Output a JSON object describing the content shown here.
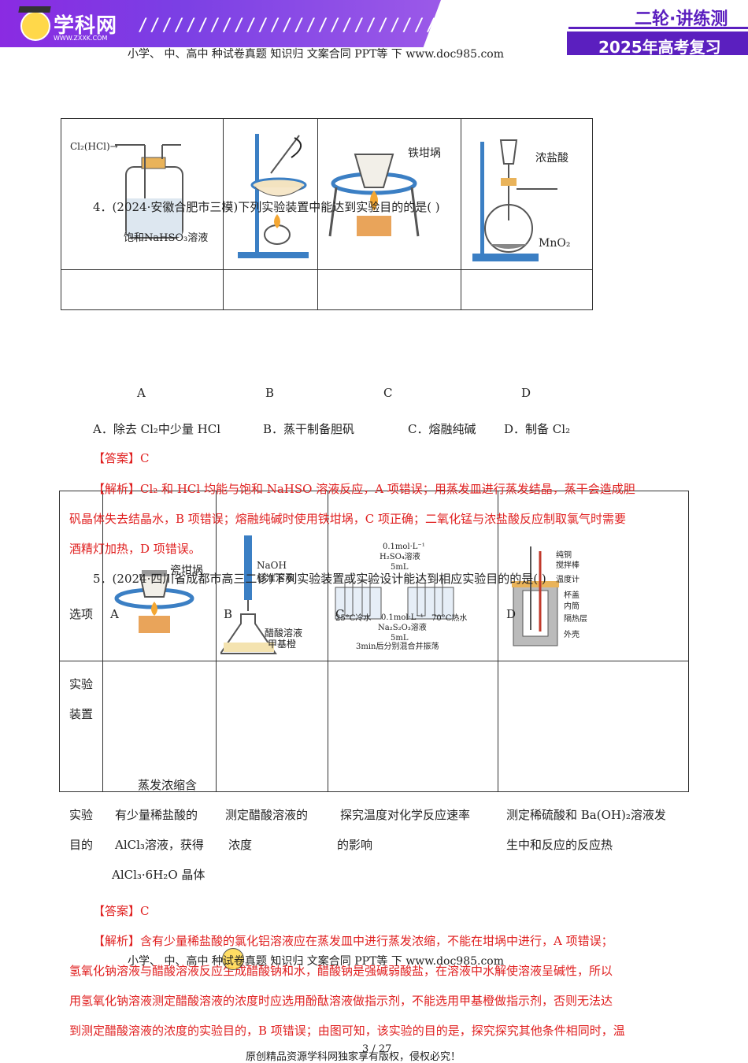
{
  "header": {
    "logo_text": "学科网",
    "logo_url": "WWW.ZXXK.COM",
    "slashes": "////////////////////////////",
    "title": "二轮·讲练测",
    "subtitle": "2025年高考复习"
  },
  "watermark_top": "小学、 中、高中 种试卷真题 知识归 文案合同 PPT等 下 www.doc985.com",
  "q4": {
    "stem": "4．(2024·安徽合肥市三模)下列实验装置中能达到实验目的的是(      )",
    "img_labels": {
      "a_gas": "Cl₂(HCl)→",
      "a_liquid": "饱和NaHSO₃溶液",
      "c_crucible": "铁坩埚",
      "d_acid": "浓盐酸",
      "d_solid": "MnO₂"
    },
    "letters": [
      "A",
      "B",
      "C",
      "D"
    ],
    "options": [
      "A．除去  Cl₂中少量  HCl",
      "B．蒸干制备胆矾",
      "C．熔融纯碱",
      "D．制备  Cl₂"
    ],
    "answer": "【答案】C",
    "analysis_lines": [
      "【解析】Cl₂ 和  HCl 均能与饱和  NaHSO  溶液反应，A 项错误；用蒸发皿进行蒸发结晶，蒸干会造成胆",
      "矾晶体失去结晶水，B 项错误；熔融纯碱时使用铁坩埚，C 项正确；二氧化锰与浓盐酸反应制取氯气时需要",
      "酒精灯加热，D 项错误。"
    ]
  },
  "q5": {
    "stem": "5．(2024·四川省成都市高三二诊)下列实验装置或实验设计能达到相应实验目的的是(      )",
    "row_option": "选项",
    "row_device": [
      "实验",
      "装置"
    ],
    "row_purpose": [
      "实验",
      "目的"
    ],
    "letters": [
      "A",
      "B",
      "C",
      "D"
    ],
    "img_labels": {
      "a_crucible": "瓷坩埚",
      "b_naoh": "NaOH",
      "b_std": "标准溶液",
      "b_acid": "醋酸溶液",
      "b_ind": "甲基橙",
      "c_h2so4_conc": "0.1mol·L⁻¹",
      "c_h2so4": "H₂SO₄溶液",
      "c_vol1": "5mL",
      "c_cold": "25°C冷水",
      "c_hot": "70°C热水",
      "c_na_conc": "0.1mol·L⁻¹",
      "c_na": "Na₂S₂O₃溶液",
      "c_vol2": "5mL",
      "c_note": "3min后分别混合并振荡",
      "d_stir1": "纯铜",
      "d_stir2": "搅拌棒",
      "d_thermo": "温度计",
      "d_lid": "杯盖",
      "d_inner": "内筒",
      "d_insul": "隔热层",
      "d_outer": "外壳"
    },
    "purposes": [
      [
        "蒸发浓缩含",
        "有少量稀盐酸的",
        "AlCl₃溶液，获得",
        "AlCl₃·6H₂O 晶体"
      ],
      [
        "测定醋酸溶液的",
        "浓度"
      ],
      [
        "探究温度对化学反应速率",
        "的影响"
      ],
      [
        "测定稀硫酸和  Ba(OH)₂溶液发",
        "生中和反应的反应热"
      ]
    ],
    "answer": "【答案】C",
    "analysis_lines": [
      "【解析】含有少量稀盐酸的氯化铝溶液应在蒸发皿中进行蒸发浓缩，不能在坩埚中进行，A  项错误；",
      "氢氧化钠溶液与醋酸溶液反应生成醋酸钠和水，醋酸钠是强碱弱酸盐，在溶液中水解使溶液呈碱性，所以",
      "用氢氧化钠溶液测定醋酸溶液的浓度时应选用酚酞溶液做指示剂，不能选用甲基橙做指示剂，否则无法达",
      "到测定醋酸溶液的浓度的实验目的，B 项错误；由图可知，该实验的目的是，探究探究其他条件相同时，温"
    ]
  },
  "watermark_bottom": "小学、 中、高中 种试卷真题 知识归 文案合同 PPT等 下 www.doc985.com",
  "page_no": "3 / 27",
  "footer": "原创精品资源学科网独家享有版权，侵权必究！"
}
